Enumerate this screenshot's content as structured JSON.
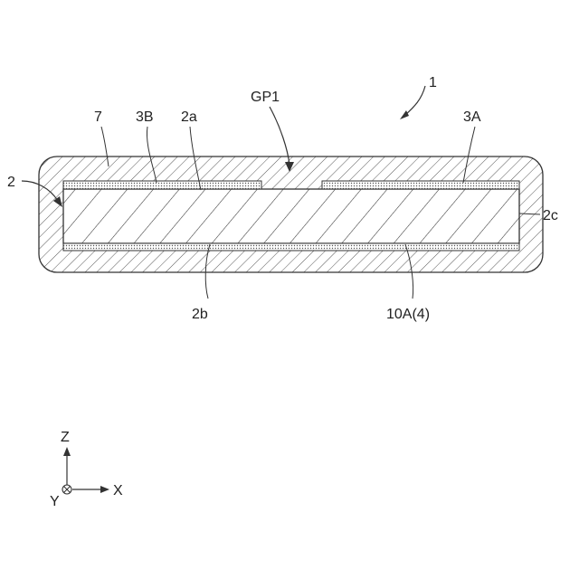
{
  "figure": {
    "labels": {
      "device": "1",
      "gap": "GP1",
      "mold": "7",
      "electrode_b": "3B",
      "face_a": "2a",
      "electrode_a": "3A",
      "element": "2",
      "face_c": "2c",
      "face_b": "2b",
      "bottom_layer": "10A(4)"
    },
    "axes": {
      "z": "Z",
      "x": "X",
      "y": "Y"
    }
  }
}
